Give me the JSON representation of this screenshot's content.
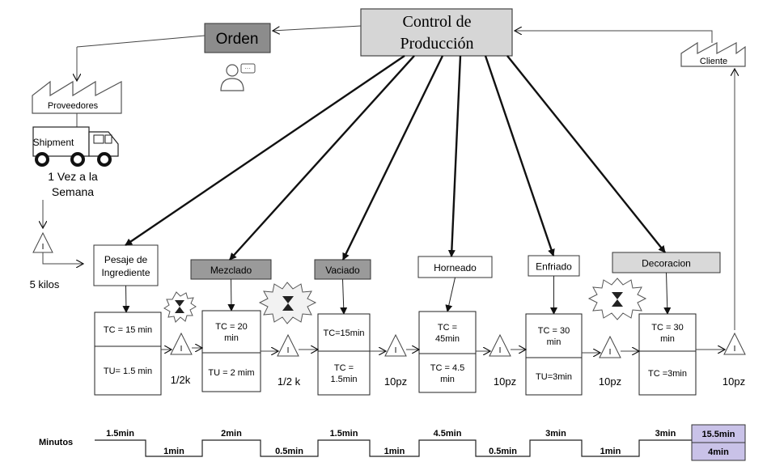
{
  "control": {
    "line1": "Control de",
    "line2": "Producción"
  },
  "orden": "Orden",
  "proveedores": "Proveedores",
  "cliente": "Cliente",
  "shipment": {
    "label": "Shipment",
    "freq_line1": "1 Vez a la",
    "freq_line2": "Semana"
  },
  "supplier_inventory": "5 kilos",
  "processes": [
    {
      "name": [
        "Pesaje de",
        "Ingrediente"
      ],
      "tc": [
        "TC = 15 min"
      ],
      "tu": [
        "TU= 1.5 min"
      ]
    },
    {
      "name": [
        "Mezclado"
      ],
      "tc": [
        "TC = 20",
        "min"
      ],
      "tu": [
        "TU = 2 mim"
      ]
    },
    {
      "name": [
        "Vaciado"
      ],
      "tc": [
        "TC=15min"
      ],
      "tu": [
        "TC =",
        "1.5min"
      ]
    },
    {
      "name": [
        "Horneado"
      ],
      "tc": [
        "TC =",
        "45min"
      ],
      "tu": [
        "TC = 4.5",
        "min"
      ]
    },
    {
      "name": [
        "Enfriado"
      ],
      "tc": [
        "TC = 30",
        "min"
      ],
      "tu": [
        "TU=3min"
      ]
    },
    {
      "name": [
        "Decoracion"
      ],
      "tc": [
        "TC = 30",
        "min"
      ],
      "tu": [
        "TC =3min"
      ]
    }
  ],
  "inventories": [
    "1/2k",
    "1/2 k",
    "10pz",
    "10pz",
    "10pz",
    "10pz"
  ],
  "timeline": {
    "label": "Minutos",
    "top": [
      "1.5min",
      "2min",
      "1.5min",
      "4.5min",
      "3min",
      "3min"
    ],
    "bottom": [
      "1min",
      "0.5min",
      "1min",
      "0.5min",
      "1min"
    ],
    "total_top": "15.5min",
    "total_bottom": "4min"
  },
  "colors": {
    "control_fill": "#d6d6d6",
    "orden_fill": "#8c8c8c",
    "dark_header": "#9a9a9a",
    "light_header": "#d9d9d9",
    "total_fill": "#c9c2e8"
  }
}
